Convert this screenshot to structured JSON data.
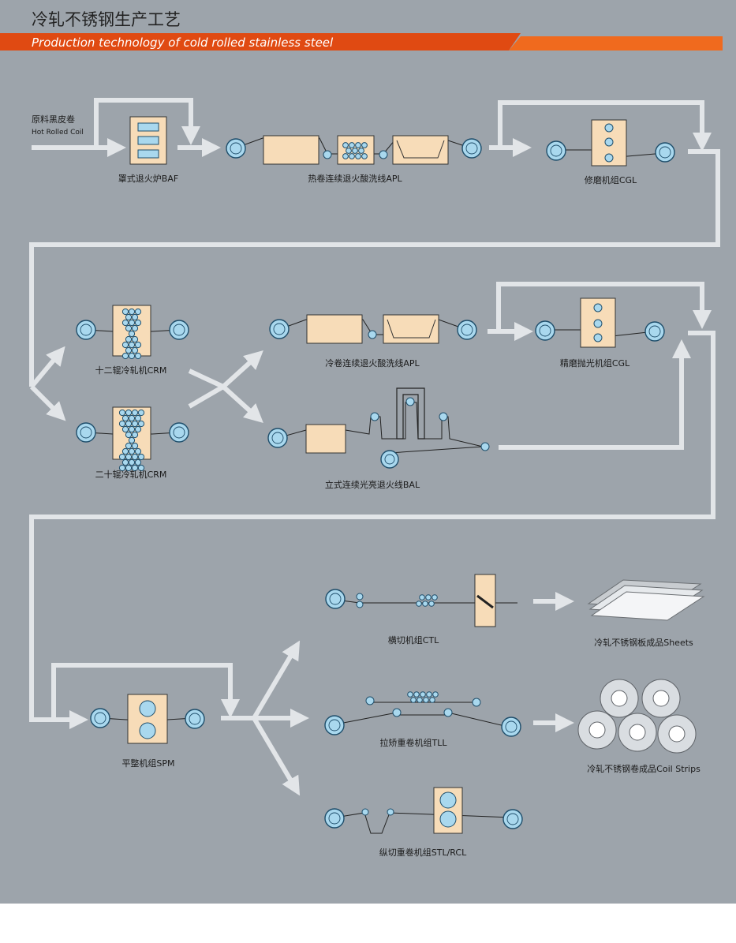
{
  "header": {
    "title_cn": "冷轧不锈钢生产工艺",
    "title_en": "Production technology of cold rolled stainless steel"
  },
  "colors": {
    "background": "#9da4ab",
    "banner": "#e04a12",
    "flow_arrow": "#e2e5e8",
    "roll_fill": "#a9d8ee",
    "box_fill": "#f7dcb8"
  },
  "input": {
    "cn": "原料黑皮卷",
    "en": "Hot Rolled Coil"
  },
  "stages": {
    "baf": "罩式退火炉BAF",
    "apl_hot": "热卷连续退火酸洗线APL",
    "cgl_grind": "修磨机组CGL",
    "crm12": "十二辊冷轧机CRM",
    "crm20": "二十辊冷轧机CRM",
    "apl_cold": "冷卷连续退火酸洗线APL",
    "cgl_polish": "精磨抛光机组CGL",
    "bal": "立式连续光亮退火线BAL",
    "spm": "平整机组SPM",
    "ctl": "横切机组CTL",
    "tll": "拉矫重卷机组TLL",
    "stl": "纵切重卷机组STL/RCL"
  },
  "products": {
    "sheets": "冷轧不锈钢板成品Sheets",
    "coils": "冷轧不锈钢卷成品Coil Strips"
  }
}
